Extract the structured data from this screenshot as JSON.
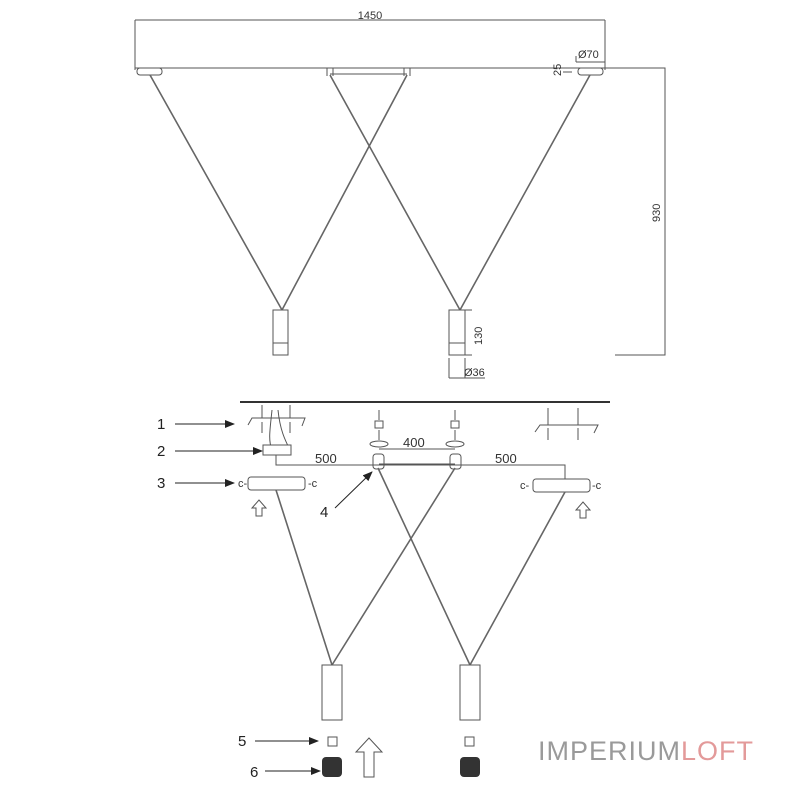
{
  "dimensions": {
    "length": "1450",
    "canopy_diameter": "Ø70",
    "canopy_height": "25",
    "total_height": "930",
    "shade_height": "130",
    "shade_diameter": "Ø36",
    "inner_spacing": "400",
    "left_offset": "500",
    "right_offset": "500"
  },
  "parts": [
    "1",
    "2",
    "3",
    "4",
    "5",
    "6"
  ],
  "logo": {
    "part1": "IMPERIUM",
    "part2": "LOFT",
    "color1": "#9a9a9a",
    "color2": "#e39a9a"
  }
}
